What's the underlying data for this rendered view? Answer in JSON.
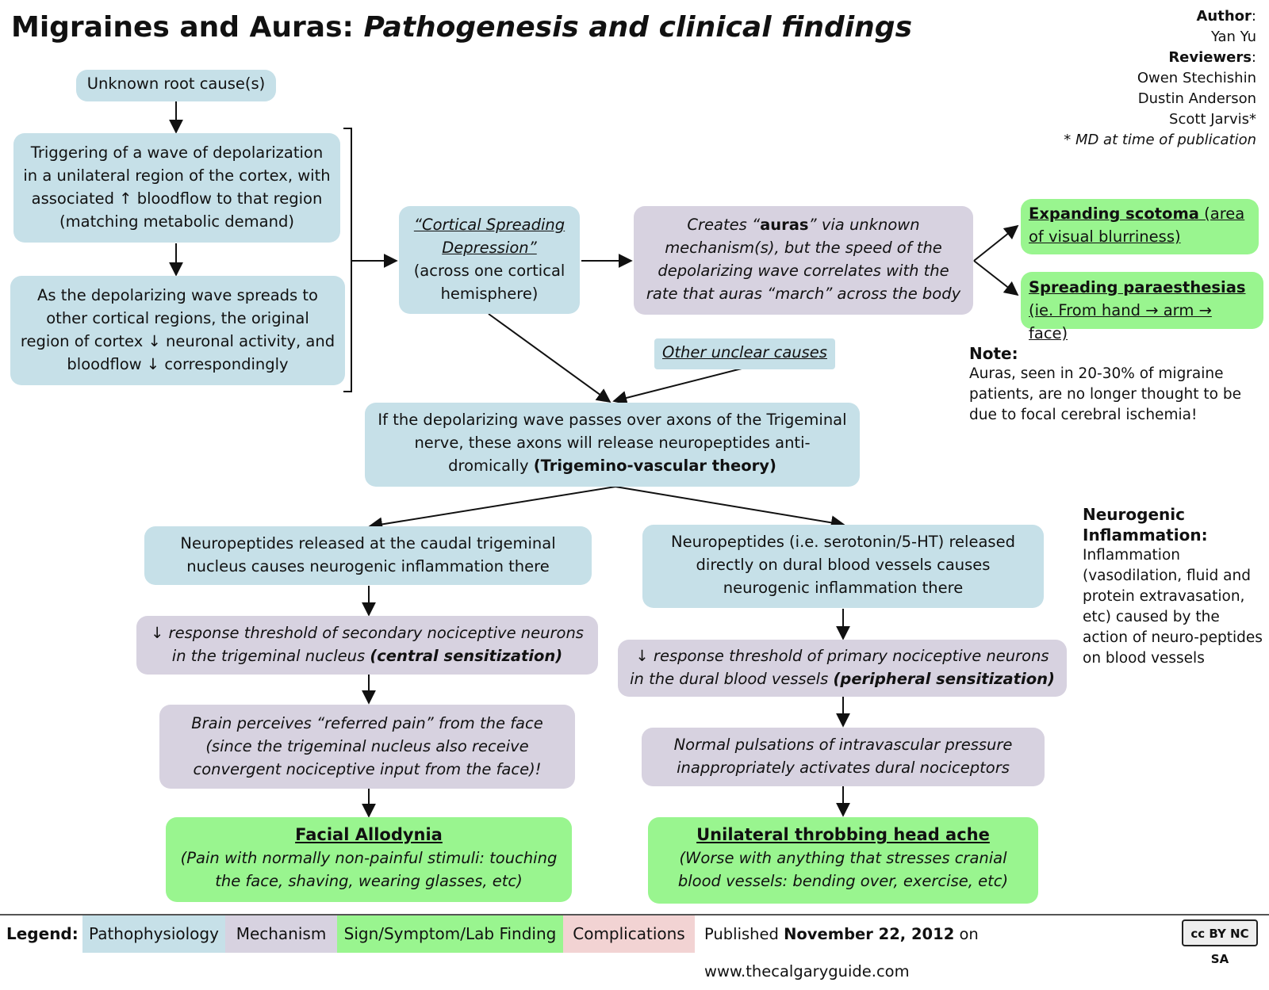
{
  "title": {
    "main": "Migraines and Auras:",
    "sub": "Pathogenesis and clinical findings"
  },
  "credits": {
    "author_label": "Author",
    "author": "Yan Yu",
    "reviewers_label": "Reviewers",
    "reviewers": [
      "Owen Stechishin",
      "Dustin Anderson",
      "Scott Jarvis*"
    ],
    "footnote": "* MD at time of publication"
  },
  "nodes": {
    "root": "Unknown root cause(s)",
    "trigger": "Triggering of a wave of depolarization in a unilateral region of the cortex, with associated ↑  bloodflow to that region (matching metabolic demand)",
    "spread": "As the depolarizing wave spreads to other cortical regions, the original region of cortex ↓ neuronal activity, and bloodflow ↓ correspondingly",
    "csd_title": "“Cortical Spreading Depression”",
    "csd_rest": "(across one cortical hemisphere)",
    "aura_a": "Creates “",
    "aura_b": "auras",
    "aura_c": "” via unknown mechanism(s), but the speed of the depolarizing wave correlates with the rate that auras “march” across the body",
    "scotoma_title": "Expanding scotoma",
    "scotoma_rest": " (area of visual blurriness)",
    "para_title": "Spreading paraesthesias",
    "para_rest": " (ie. From hand → arm → face)",
    "other": "Other unclear causes",
    "trig": "If the depolarizing wave passes over axons of the Trigeminal nerve, these axons will release  neuropeptides anti-dromically ",
    "trig_bold": "(Trigemino-vascular theory)",
    "caudal": "Neuropeptides released at the caudal trigeminal nucleus causes neurogenic inflammation there",
    "dural": "Neuropeptides (i.e. serotonin/5-HT) released directly on dural blood vessels causes neurogenic inflammation there",
    "central": "↓ response threshold of secondary nociceptive neurons in the trigeminal nucleus  ",
    "central_bold": "(central sensitization)",
    "peripheral": "↓ response threshold of primary nociceptive neurons in the dural blood vessels ",
    "peripheral_bold": "(peripheral sensitization)",
    "referred": "Brain perceives “referred pain” from  the face (since the trigeminal nucleus also receive convergent nociceptive input from the face)!",
    "pulsation": "Normal pulsations of intravascular pressure inappropriately activates dural nociceptors",
    "allodynia_title": "Facial Allodynia",
    "allodynia_rest": "(Pain with normally non-painful stimuli: touching the face, shaving, wearing glasses, etc)",
    "headache_title": "Unilateral  throbbing head ache",
    "headache_rest": "(Worse with anything that  stresses cranial blood vessels: bending over, exercise, etc)"
  },
  "notes": {
    "note_label": "Note:",
    "note_text": "Auras, seen in 20-30% of migraine patients, are no longer thought to be due to focal  cerebral ischemia!",
    "neuro_label": "Neurogenic Inflammation:",
    "neuro_text": "Inflammation (vasodilation, fluid and protein extravasation, etc) caused by the action of neuro-peptides on blood vessels"
  },
  "legend": {
    "label": "Legend:",
    "items": [
      "Pathophysiology",
      "Mechanism",
      "Sign/Symptom/Lab Finding",
      "Complications"
    ],
    "colors": [
      "#c6e0e8",
      "#d7d2e0",
      "#99f58f",
      "#f2d3d3"
    ],
    "published_a": "Published ",
    "published_date": "November 22, 2012",
    "published_b": " on www.thecalgaryguide.com",
    "license": "cc BY NC SA"
  }
}
